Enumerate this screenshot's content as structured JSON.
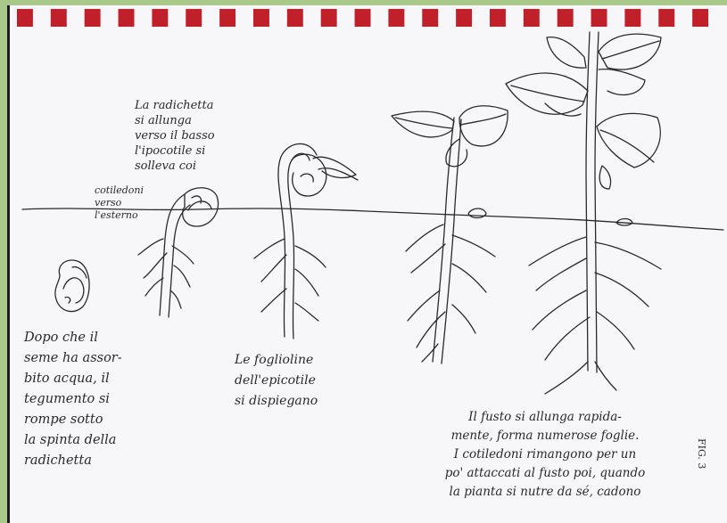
{
  "captions": {
    "seed_swelling": "Dopo che il\nseme ha assor-\nbito acqua, il\ntegumento si\nrompe sotto\nla spinta della\nradichetta",
    "radicle_grows": "La radichetta\nsi allunga\nverso il basso\nl'ipocotile si\nsolleva coi",
    "cotyledons": "cotiledoni\nverso l'esterno",
    "leaflets_unfold": "Le foglioline\ndell'epicotile\nsi dispiegano",
    "stem_grows": "Il fusto si allunga rapida-\nmente, forma numerose foglie.\nI cotiledoni rimangono per un\npo' attaccati al fusto poi, quando\nla pianta si nutre da sé, cadono"
  },
  "page_mark": "FIG. 3",
  "colors": {
    "background": "#a9c98a",
    "paper": "#f7f6f9",
    "binding_red": "#c0202a",
    "pencil": "#2a2a2a"
  }
}
